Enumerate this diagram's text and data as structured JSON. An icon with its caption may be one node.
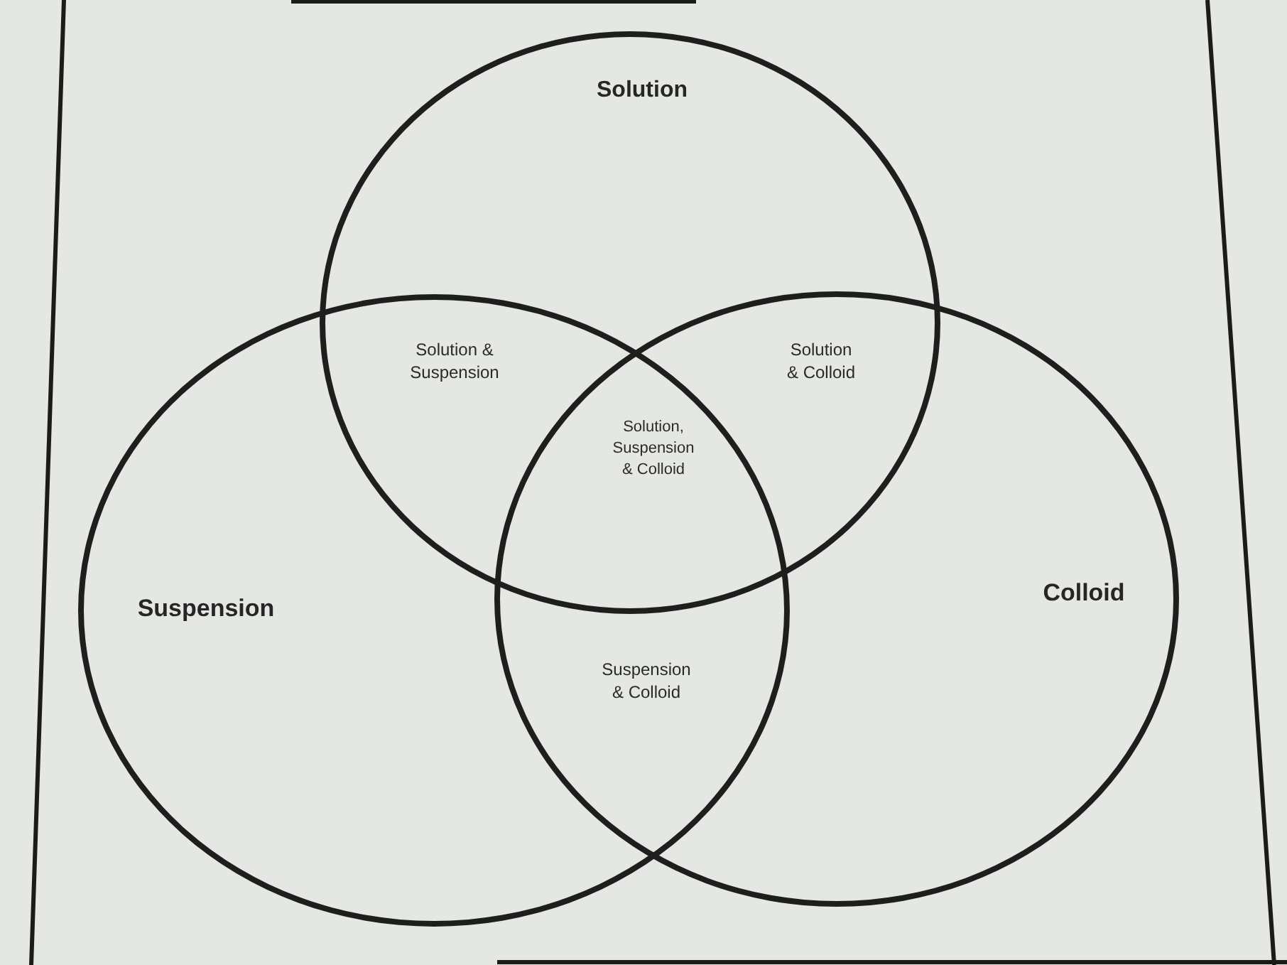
{
  "diagram": {
    "nodes": [
      {
        "text": [
          "Solution"
        ]
      },
      {
        "text": [
          "Suspension"
        ]
      },
      {
        "text": [
          "Colloid"
        ]
      }
    ],
    "labels": [
      "Solution & Suspension",
      "Solution & Colloid",
      "Solution, Suspension & Colloid",
      "Suspension & Colloid"
    ]
  }
}
